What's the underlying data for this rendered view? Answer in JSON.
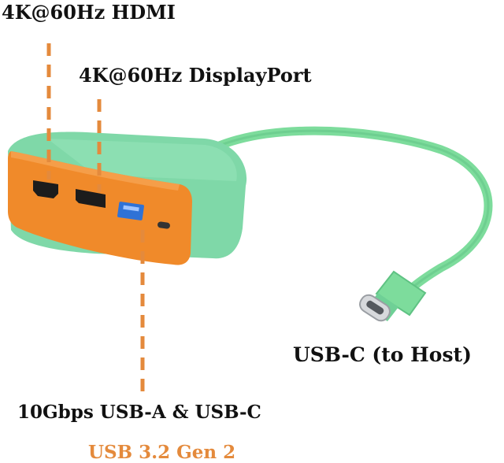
{
  "labels": {
    "hdmi": "4K@60Hz HDMI",
    "displayport": "4K@60Hz DisplayPort",
    "usb_c_host": "USB-C (to Host)",
    "usb_speed": "10Gbps USB-A & USB-C",
    "usb_spec": "USB 3.2 Gen 2"
  },
  "colors": {
    "hub_green": "#7fd8a8",
    "hub_orange": "#f08a2a",
    "cable_green": "#7ddc9c",
    "leader_line": "#e48a3c",
    "usb_a_blue": "#2f72d6",
    "spec_text": "#e48a3c"
  },
  "ports": [
    "hdmi-port",
    "displayport-port",
    "usb-a-port",
    "usb-c-port"
  ]
}
